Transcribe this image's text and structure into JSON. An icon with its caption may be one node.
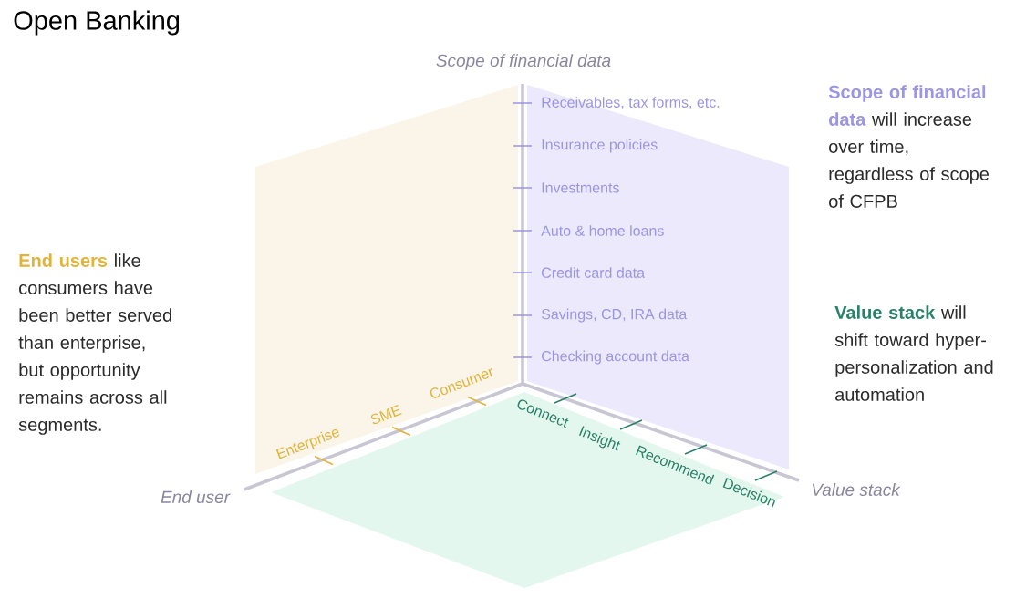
{
  "diagram": {
    "title": "Open Banking",
    "labels": [
      "Scope of financial data",
      "**Scope of financial data** will increase over time, regardless of scope of CFPB",
      "Receivables, tax forms, etc.",
      "Insurance policies",
      "Investments",
      "Auto & home loans",
      "Credit card data",
      "**End users** like consumers have been better served than enterprise, but opportunity remains across all segments.",
      "Savings, CD, IRA data",
      "**Value stack** will shift toward hyper-personalization and automation",
      "Checking account data",
      "Consumer",
      "SME",
      "Enterprise",
      "Connect",
      "Insight",
      "Recommend",
      "Decision",
      "End user",
      "Value stack"
    ]
  }
}
